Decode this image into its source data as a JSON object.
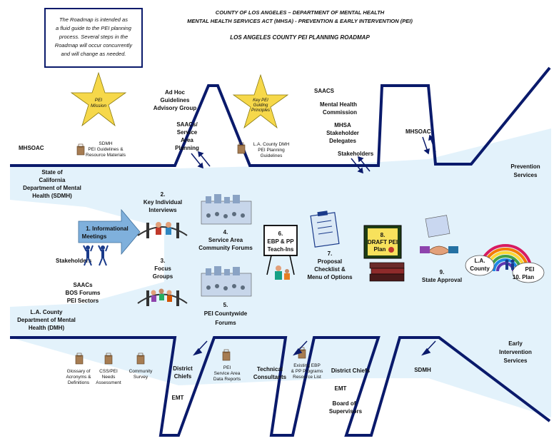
{
  "header": {
    "line1": "COUNTY OF LOS ANGELES – DEPARTMENT OF MENTAL HEALTH",
    "line2": "MENTAL HEALTH SERVICES ACT (MHSA) - PREVENTION & EARLY INTERVENTION (PEI)",
    "title": "LOS ANGELES COUNTY PEI PLANNING ROADMAP"
  },
  "note": [
    "The Roadmap is intended as",
    "a fluid guide to the PEI planning",
    "process.  Several steps in the",
    "Roadmap will occur concurrently",
    "and will change as needed."
  ],
  "stars": {
    "pei_mission": [
      "PEI",
      "Mission"
    ],
    "guiding": [
      "Key PEI",
      "Guiding",
      "Principles"
    ]
  },
  "top_labels": {
    "mhsoac_left": "MHSOAC",
    "sdmh_resources": [
      "SDMH",
      "PEI Guidelines &",
      "Resource Materials"
    ],
    "adhoc": [
      "Ad Hoc",
      "Guidelines",
      "Advisory Group"
    ],
    "saacs_planning": [
      "SAACs/",
      "Service",
      "Area",
      "Planning"
    ],
    "la_dmh_guidelines": [
      "L.A. County DMH",
      "PEI Planning",
      "Guidelines"
    ],
    "saacs_top": "SAACS",
    "mh_commission": [
      "Mental Health",
      "Commission"
    ],
    "mhsa_delegates": [
      "MHSA",
      "Stakeholder",
      "Delegates"
    ],
    "stakeholders_top": "Stakeholders",
    "mhsoac_right": "MHSOAC",
    "prevention": [
      "Prevention",
      "Services"
    ]
  },
  "left_labels": {
    "state": [
      "State of",
      "California",
      "Department of Mental",
      "Health (SDMH)"
    ],
    "stakeholders": "Stakeholders",
    "saacs": [
      "SAACs",
      "BOS Forums",
      "PEI Sectors"
    ],
    "la_county": [
      "L.A. County",
      "Department of Mental",
      "Health (DMH)"
    ]
  },
  "steps": {
    "s1": [
      "1. Informational",
      "Meetings"
    ],
    "s2": [
      "2.",
      "Key Individual",
      "Interviews"
    ],
    "s3": [
      "3.",
      "Focus",
      "Groups"
    ],
    "s4": [
      "4.",
      "Service Area",
      "Community Forums"
    ],
    "s5": [
      "5.",
      "PEI Countywide",
      "Forums"
    ],
    "s6": [
      "6.",
      "EBP & PP",
      "Teach-Ins"
    ],
    "s7": [
      "7.",
      "Proposal",
      "Checklist &",
      "Menu of Options"
    ],
    "s8": [
      "8.",
      "DRAFT PEI",
      "Plan"
    ],
    "s9": [
      "9.",
      "State Approval"
    ],
    "s10_county": [
      "L.A.",
      "County"
    ],
    "s10_plan": [
      "PEI",
      "10.  Plan"
    ]
  },
  "bottom_labels": {
    "glossary": [
      "Glossary of",
      "Acronyms &",
      "Definitions"
    ],
    "needs": [
      "CSS/PEI",
      "Needs",
      "Assessment"
    ],
    "survey": [
      "Community",
      "Survey"
    ],
    "district_chiefs_left": [
      "District",
      "Chiefs"
    ],
    "emt_left": "EMT",
    "service_area_reports": [
      "PEI",
      "Service Area",
      "Data Reports"
    ],
    "technical": [
      "Technical",
      "Consultants"
    ],
    "resource_list": [
      "Existing EBP",
      "& PP Programs",
      "Resource List"
    ],
    "district_chiefs_right": "District Chiefs",
    "emt_right": "EMT",
    "board": [
      "Board of",
      "Supervisors"
    ],
    "sdmh": "SDMH",
    "early": [
      "Early",
      "Intervention",
      "Services"
    ]
  },
  "colors": {
    "fish_fill": "#e3f2fb",
    "navy": "#0a1a6b",
    "star": "#f6d84a",
    "arrow": "#7fb0dc",
    "rainbow": [
      "#d81b60",
      "#f57c00",
      "#fdd835",
      "#43a047",
      "#1e88e5",
      "#5e35b1"
    ]
  }
}
